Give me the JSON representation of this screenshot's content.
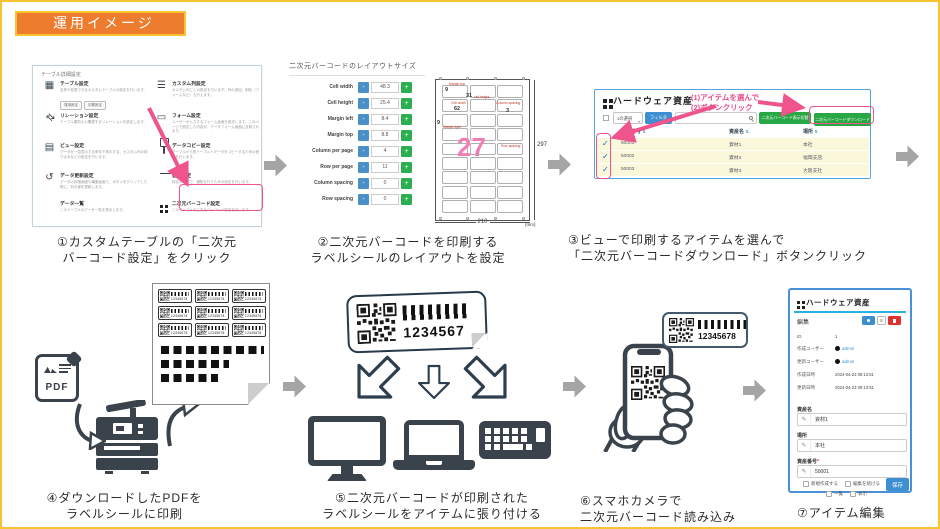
{
  "page": {
    "tab_title": "運用イメージ"
  },
  "colors": {
    "accent_orange": "#ED7C2F",
    "accent_yellow": "#F7C331",
    "annotation_pink": "#F0548C",
    "button_green": "#28A745",
    "button_blue": "#3D8FD1",
    "row_yellow": "#FBF7DA"
  },
  "captions": {
    "s1a": "①カスタムテーブルの「二次元",
    "s1b": "バーコード設定」をクリック",
    "s2a": "②二次元バーコードを印刷する",
    "s2b": "ラベルシールのレイアウトを設定",
    "s3a": "③ビューで印刷するアイテムを選んで",
    "s3b": "「二次元バーコードダウンロード」ボタンクリック",
    "s4a": "④ダウンロードしたPDFを",
    "s4b": "ラベルシールに印刷",
    "s5a": "⑤二次元バーコードが印刷された",
    "s5b": "ラベルシールをアイテムに張り付ける",
    "s6a": "⑥スマホカメラで",
    "s6b": "二次元バーコード読み込み",
    "s7": "⑦アイテム編集"
  },
  "dialog": {
    "title": "テーブル詳細設定",
    "items": [
      {
        "icon": "table",
        "title": "テーブル設定",
        "desc": "名称や変更できるカスタムテーブルの設定を行います。",
        "chips": [
          "運用設定",
          "初期設定"
        ]
      },
      {
        "icon": "list",
        "title": "カスタム列設定",
        "desc": "カスタム列ごとの設定を行います。列の追加、削除（フォームなど）も行えます。"
      },
      {
        "icon": "relation",
        "title": "リレーション設定",
        "desc": "テーブル間同士の関連するリレーションを設定します。"
      },
      {
        "icon": "form",
        "title": "フォーム設定",
        "desc": "ユーザーが入力するフォーム画面を設定します。このページで設定した内容が、データフォーム画面に反映されます。"
      },
      {
        "icon": "view",
        "title": "ビュー設定",
        "desc": "データを一覧表示する条件や表示する、カスタム列の絞り込みなどの設定を行います。"
      },
      {
        "icon": "copy",
        "title": "データコピー設定",
        "desc": "テーブルから別テーブルへデータをコピーするための設定を行います。"
      },
      {
        "icon": "undo",
        "title": "データ更新設定",
        "desc": "データの詳細画面や編集画面で、ボタンをクリックした際に、列の値を更新します。"
      },
      {
        "icon": "bell",
        "title": "通知設定",
        "desc": "特定の条件で、通知を行うための設定を行います。"
      },
      {
        "icon": "db",
        "title": "データ一覧",
        "desc": "このテーブルのデータ一覧を表示します。"
      },
      {
        "icon": "qr",
        "title": "二次元バーコード設定",
        "desc": "このテーブルの二次元バーコード設定を行います。"
      }
    ]
  },
  "layout_form": {
    "title": "二次元バーコードのレイアウトサイズ",
    "minus": "-",
    "plus": "+",
    "fields": [
      {
        "label": "Cell width",
        "value": "48.3"
      },
      {
        "label": "Cell height",
        "value": "25.4"
      },
      {
        "label": "Margin left",
        "value": "8.4"
      },
      {
        "label": "Margin top",
        "value": "8.8"
      },
      {
        "label": "Column per page",
        "value": "4"
      },
      {
        "label": "Row per page",
        "value": "11"
      },
      {
        "label": "Column spacing",
        "value": "0"
      },
      {
        "label": "Row spacing",
        "value": "0"
      }
    ]
  },
  "sheet": {
    "cols": 3,
    "rows": 9,
    "count": "27",
    "width": "210",
    "height": "297",
    "unit": "(mm)",
    "ann_margin_top": "Margin top",
    "ann_margin_top_v": "9",
    "ann_cell_height": "cell height",
    "ann_cell_height_v": "31",
    "ann_cell_width": "Cell width",
    "ann_cell_width_v": "62",
    "ann_col_spacing": "Column spacing",
    "ann_col_spacing_v": "3",
    "ann_margin_right": "Margin right",
    "ann_margin_right_v": "9",
    "ann_row_spacing": "Row spacing"
  },
  "view": {
    "app_title": "ハードウェア資産",
    "note1": "(1)アイテムを選んで",
    "note2": "(2)ボタンクリック",
    "selection": "1の選択",
    "add_btn": "フィルタ",
    "toggle_btn": "二次元バーコード表示切替",
    "download_btn": "二次元バーコードダウンロード",
    "check_icon": "✓",
    "sort_icon": "⇅",
    "columns": [
      "資産番号",
      "資産名",
      "場所"
    ],
    "rows": [
      {
        "no": "50001",
        "name": "資材1",
        "loc": "本社"
      },
      {
        "no": "50002",
        "name": "資材2",
        "loc": "福岡支店"
      },
      {
        "no": "50003",
        "name": "資材3",
        "loc": "大阪支社"
      }
    ]
  },
  "print": {
    "pdf_label": "PDF",
    "mini_label_number": "12345678"
  },
  "big_label": {
    "number": "1234567"
  },
  "scan_label": {
    "number": "12345678"
  },
  "edit": {
    "app_title": "ハードウェア資産",
    "section": "編集",
    "meta": [
      {
        "label": "ID",
        "value": "1"
      },
      {
        "label": "作成ユーザー",
        "value": "admin"
      },
      {
        "label": "更新ユーザー",
        "value": "admin"
      },
      {
        "label": "作成日時",
        "value": "2024-04-23 09:13:51"
      },
      {
        "label": "更新日時",
        "value": "2024-04-23 09:13:51"
      }
    ],
    "inputs": [
      {
        "label": "資産名",
        "value": "資材1"
      },
      {
        "label": "場所",
        "value": "本社"
      },
      {
        "label": "資産番号",
        "value": "50001",
        "required": "*"
      }
    ],
    "chk1": "新規作成する",
    "chk2": "編集を続ける",
    "chk3": "一覧",
    "chk4": "表示",
    "save": "保存"
  }
}
